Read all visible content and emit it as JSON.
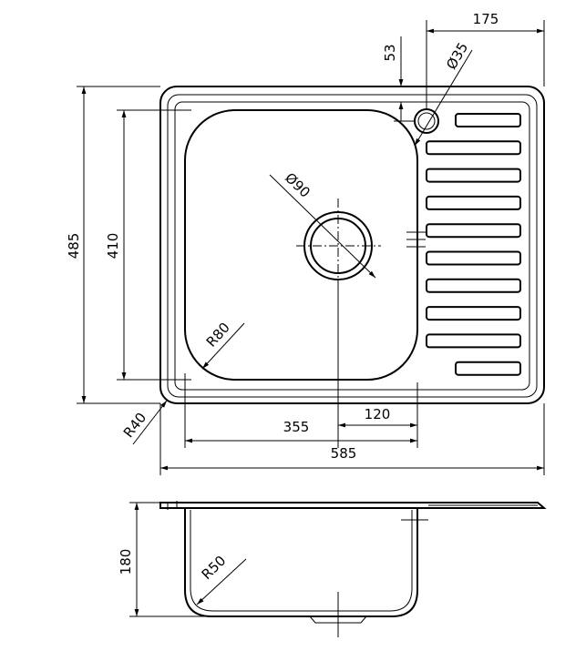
{
  "dimensions": {
    "width_total": "585",
    "height_total": "485",
    "bowl_height": "410",
    "bowl_width": "355",
    "drain_offset": "120",
    "drainboard_width": "175",
    "overflow_offset": "53",
    "overflow_diameter": "Ø35",
    "drain_diameter": "Ø90",
    "bowl_corner_radius": "R80",
    "outer_corner_radius": "R40",
    "depth": "180",
    "bottom_radius": "R50"
  },
  "colors": {
    "line": "#000000",
    "background": "#ffffff"
  },
  "drainboard": {
    "slot_count": 10
  }
}
